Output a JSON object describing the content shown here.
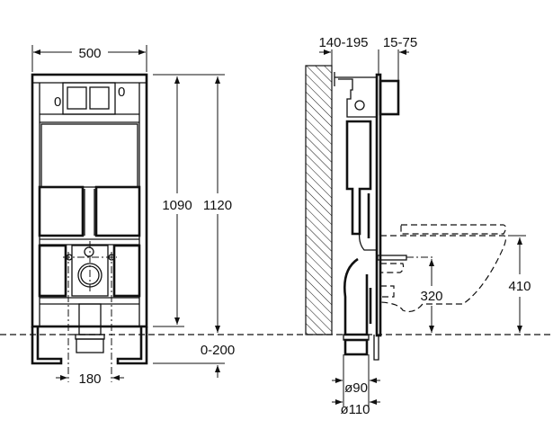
{
  "front_view": {
    "width_label": "500",
    "height_frame_label": "1090",
    "height_total_label": "1120",
    "feet_adjust_label": "0-200",
    "fixing_distance_label": "180",
    "panel_marks": [
      "0",
      "0"
    ]
  },
  "side_view": {
    "depth_label": "140-195",
    "panel_offset_label": "15-75",
    "outlet_height_label": "320",
    "bowl_height_label": "410",
    "pipe_inner_label": "ø90",
    "pipe_outer_label": "ø110"
  }
}
